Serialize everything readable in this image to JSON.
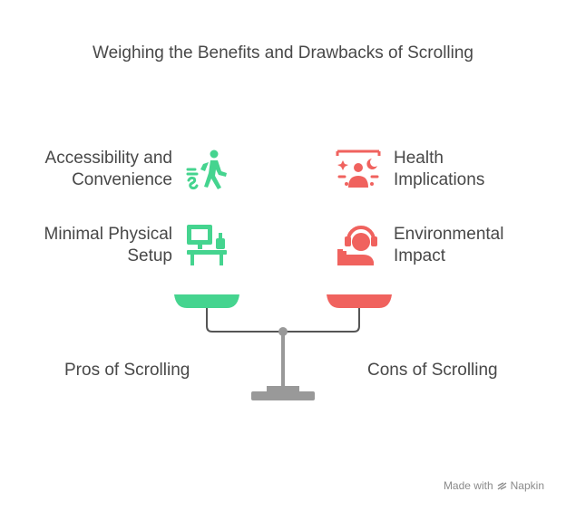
{
  "title": "Weighing the Benefits and Drawbacks of Scrolling",
  "pros": {
    "label": "Pros of Scrolling",
    "color": "#45D48F",
    "items": [
      {
        "line1": "Accessibility and",
        "line2": "Convenience",
        "icon": "person-walking-icon"
      },
      {
        "line1": "Minimal Physical",
        "line2": "Setup",
        "icon": "desk-computer-icon"
      }
    ]
  },
  "cons": {
    "label": "Cons of Scrolling",
    "color": "#F0625E",
    "items": [
      {
        "line1": "Health",
        "line2": "Implications",
        "icon": "sleepless-person-icon"
      },
      {
        "line1": "Environmental",
        "line2": "Impact",
        "icon": "headset-person-icon"
      }
    ]
  },
  "footer": {
    "made_with": "Made with",
    "brand": "Napkin"
  }
}
